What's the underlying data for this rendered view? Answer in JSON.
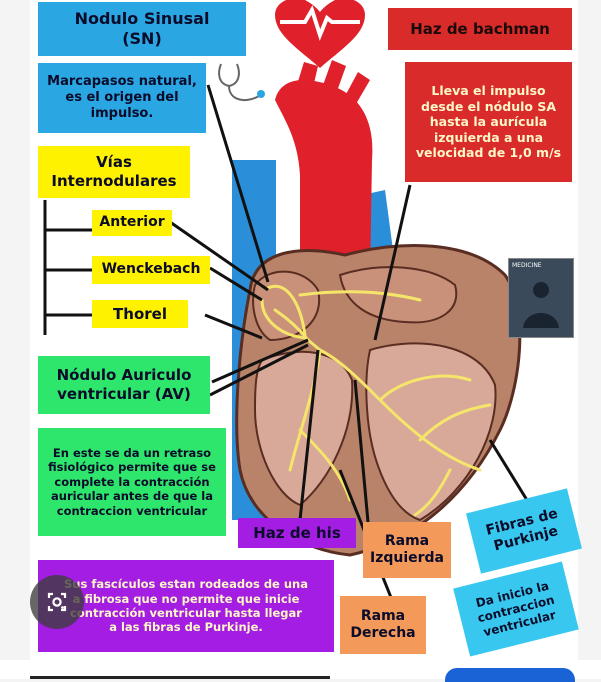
{
  "colors": {
    "blue": "#2aa6e3",
    "red": "#d92b2a",
    "yellow": "#fff200",
    "green": "#2ee66b",
    "purple": "#a41de3",
    "orange": "#f39a5b",
    "cyan": "#38c8ef"
  },
  "icons": {
    "heart": "heart-pulse-icon",
    "stethoscope": "stethoscope-icon",
    "lens": "google-lens-icon",
    "logo": "medicine-logo-icon"
  },
  "labels": {
    "sn_title": "Nodulo Sinusal\n(SN)",
    "sn_desc": "Marcapasos natural,\nes el origen del\nimpulso.",
    "bachman_title": "Haz de bachman",
    "bachman_desc": "Lleva el impulso\ndesde el nódulo SA\nhasta la aurícula\nizquierda a una\nvelocidad de 1,0 m/s",
    "vias": "Vías\nInternodulares",
    "anterior": "Anterior",
    "wenckebach": "Wenckebach",
    "thorel": "Thorel",
    "av_title": "Nódulo Auriculo\nventricular (AV)",
    "av_desc": "En este se da un retraso\nfisiológico permite que se\ncomplete la contracción\nauricular antes de que la\ncontraccion ventricular",
    "his": "Haz de his",
    "rama_izq": "Rama\nIzquierda",
    "rama_der": "Rama\nDerecha",
    "fibras": "Fibras de\nPurkinje",
    "fibras_desc": "Da inicio la\ncontraccion\nventricular",
    "fasciculos": "Sus fascículos estan rodeados de una\na fibrosa que no permite que inicie\ncontracción ventricular hasta llegar\na las fibras de Purkinje.",
    "logo_text": "MEDICINE"
  }
}
